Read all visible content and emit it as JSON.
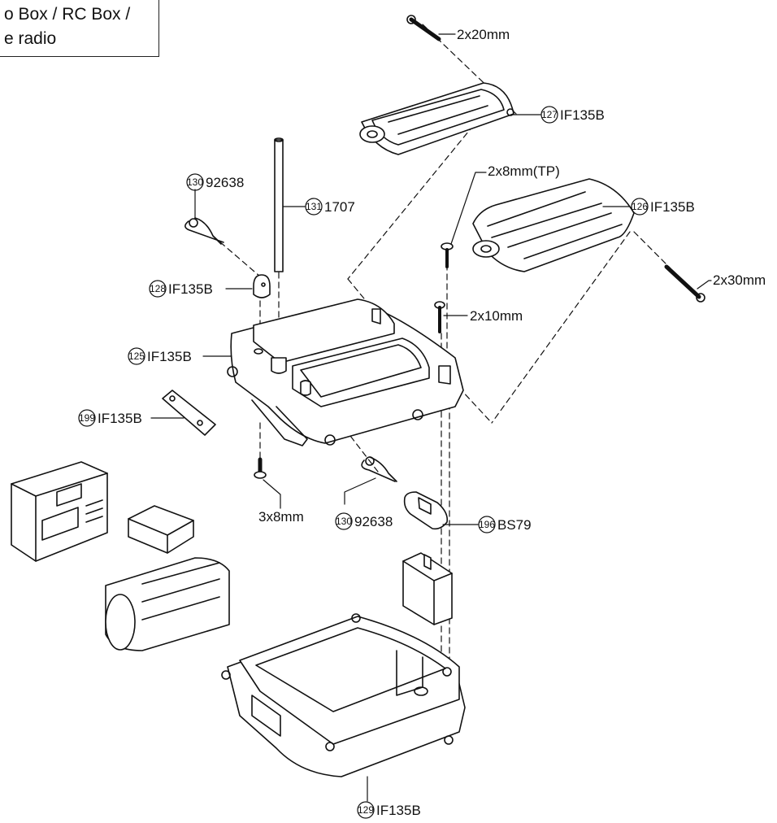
{
  "title": {
    "line1": "o Box / RC Box /",
    "line2": "e radio"
  },
  "parts": [
    {
      "id": "screw-2x20",
      "num": "",
      "code": "2x20mm"
    },
    {
      "id": "lid-127",
      "num": "127",
      "code": "IF135B"
    },
    {
      "id": "screw-2x8tp",
      "num": "",
      "code": "2x8mm(TP)"
    },
    {
      "id": "lid-126",
      "num": "126",
      "code": "IF135B"
    },
    {
      "id": "clip-130-top",
      "num": "130",
      "code": "92638"
    },
    {
      "id": "rod-131",
      "num": "131",
      "code": "1707"
    },
    {
      "id": "screw-2x30",
      "num": "",
      "code": "2x30mm"
    },
    {
      "id": "cap-128",
      "num": "128",
      "code": "IF135B"
    },
    {
      "id": "screw-2x10",
      "num": "",
      "code": "2x10mm"
    },
    {
      "id": "deck-125",
      "num": "125",
      "code": "IF135B"
    },
    {
      "id": "plate-199",
      "num": "199",
      "code": "IF135B"
    },
    {
      "id": "screw-3x8",
      "num": "",
      "code": "3x8mm"
    },
    {
      "id": "clip-130-bottom",
      "num": "130",
      "code": "92638"
    },
    {
      "id": "boot-196",
      "num": "196",
      "code": "BS79"
    },
    {
      "id": "box-129",
      "num": "129",
      "code": "IF135B"
    }
  ]
}
